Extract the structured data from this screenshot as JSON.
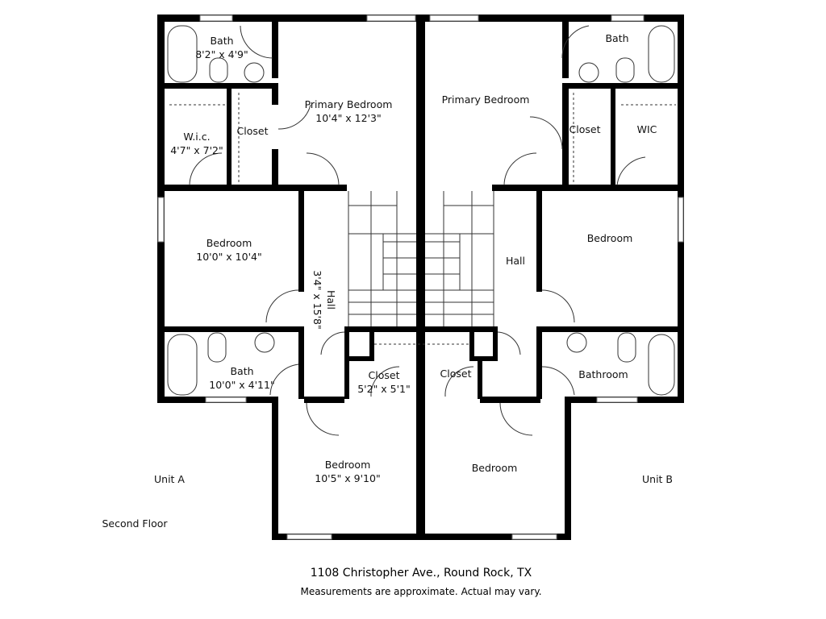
{
  "rooms": {
    "bath_a": {
      "name": "Bath",
      "dims": "8'2\" x 4'9\""
    },
    "primary_a": {
      "name": "Primary Bedroom",
      "dims": "10'4\" x 12'3\""
    },
    "wic_a": {
      "name": "W.i.c.",
      "dims": "4'7\" x 7'2\""
    },
    "closet_a": {
      "name": "Closet"
    },
    "bedroom_a": {
      "name": "Bedroom",
      "dims": "10'0\" x 10'4\""
    },
    "hall_a": {
      "name": "Hall",
      "dims": "3'4\" x 15'8\""
    },
    "bath2_a": {
      "name": "Bath",
      "dims": "10'0\" x 4'11\""
    },
    "closet2_a": {
      "name": "Closet",
      "dims": "5'2\" x 5'1\""
    },
    "bedroom2_a": {
      "name": "Bedroom",
      "dims": "10'5\" x 9'10\""
    },
    "bath_b": {
      "name": "Bath"
    },
    "primary_b": {
      "name": "Primary Bedroom"
    },
    "closet_b": {
      "name": "Closet"
    },
    "wic_b": {
      "name": "WIC"
    },
    "bedroom_b": {
      "name": "Bedroom"
    },
    "hall_b": {
      "name": "Hall"
    },
    "closet2_b": {
      "name": "Closet"
    },
    "bathroom_b": {
      "name": "Bathroom"
    },
    "bedroom2_b": {
      "name": "Bedroom"
    }
  },
  "labels": {
    "unit_a": "Unit A",
    "unit_b": "Unit B",
    "floor": "Second Floor"
  },
  "footer": {
    "address": "1108 Christopher Ave., Round Rock, TX",
    "disclaimer": "Measurements are approximate.  Actual may vary."
  }
}
